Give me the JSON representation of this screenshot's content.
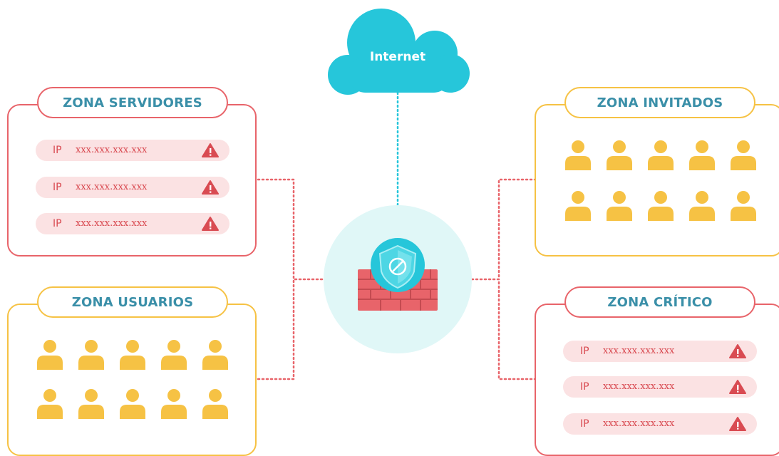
{
  "cloud": {
    "label": "Internet"
  },
  "zones": {
    "servidores": {
      "title": "ZONA SERVIDORES",
      "rows": [
        {
          "label": "IP",
          "value": "xxx.xxx.xxx.xxx"
        },
        {
          "label": "IP",
          "value": "xxx.xxx.xxx.xxx"
        },
        {
          "label": "IP",
          "value": "xxx.xxx.xxx.xxx"
        }
      ]
    },
    "usuarios": {
      "title": "ZONA USUARIOS",
      "user_count": 10
    },
    "invitados": {
      "title": "ZONA INVITADOS",
      "user_count": 10
    },
    "critico": {
      "title": "ZONA CRÍTICO",
      "rows": [
        {
          "label": "IP",
          "value": "xxx.xxx.xxx.xxx"
        },
        {
          "label": "IP",
          "value": "xxx.xxx.xxx.xxx"
        },
        {
          "label": "IP",
          "value": "xxx.xxx.xxx.xxx"
        }
      ]
    }
  },
  "icons": {
    "cloud": "cloud-icon",
    "firewall": "firewall-icon",
    "shield": "shield-icon",
    "warning": "warning-icon",
    "user": "user-icon"
  },
  "colors": {
    "red": "#e8646a",
    "yellow": "#f6c244",
    "teal": "#26c6da",
    "title_text": "#3a8fa8",
    "ip_bg": "#fbe2e3",
    "ip_text": "#d94b52",
    "firewall_bg": "#e0f7f7",
    "brick": "#e8646a",
    "warning": "#d94b52"
  }
}
